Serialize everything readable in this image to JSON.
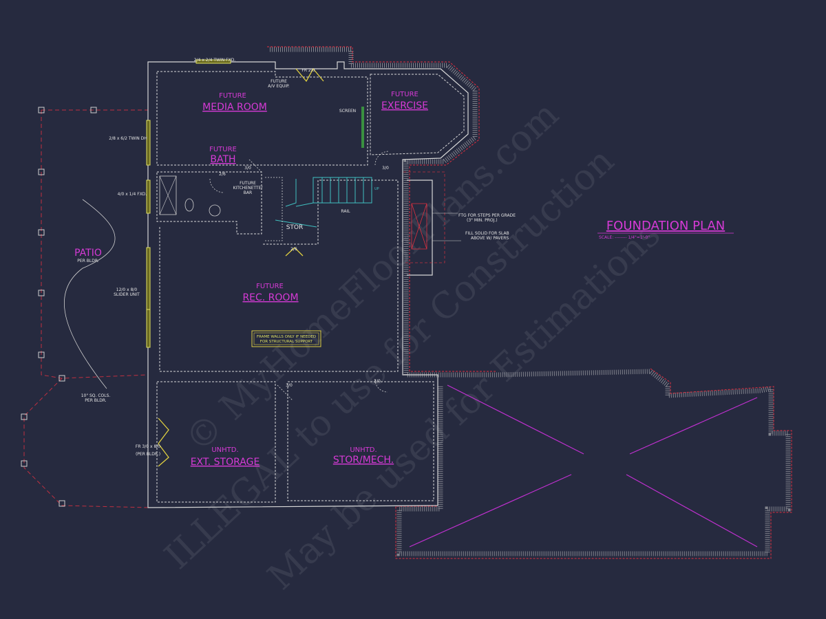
{
  "title": {
    "text": "FOUNDATION PLAN",
    "scale": "SCALE: -------- 1/4\"=1'-0\""
  },
  "rooms": {
    "media": {
      "sub": "FUTURE",
      "name": "MEDIA ROOM"
    },
    "exercise": {
      "sub": "FUTURE",
      "name": "EXERCISE"
    },
    "bath": {
      "sub": "FUTURE",
      "name": "BATH"
    },
    "rec": {
      "sub": "FUTURE",
      "name": "REC. ROOM"
    },
    "ext_storage": {
      "sub": "UNHTD.",
      "name": "EXT. STORAGE"
    },
    "stor_mech": {
      "sub": "UNHTD.",
      "name": "STOR/MECH."
    },
    "patio": {
      "name": "PATIO",
      "sub": "PER BLDR."
    },
    "stor": {
      "name": "STOR"
    }
  },
  "notes": {
    "twin_fxd_top": "2/4 x 2/4 TWIN FXD.",
    "fr_2_0_top": "FR 2/0",
    "av_1": "FUTURE",
    "av_2": "A/V EQUIP.",
    "screen": "SCREEN",
    "twin_dh": "2/8 x 6/2 TWIN DH",
    "fxd_left": "4/0 x 1/4 FXD.",
    "slider_1": "12/0 x 8/0",
    "slider_2": "SLIDER UNIT",
    "kitchenette_1": "FUTURE",
    "kitchenette_2": "KITCHENETTE/",
    "kitchenette_3": "BAR",
    "d_3_0_a": "3/0",
    "d_3_0_b": "3/0",
    "d_2_6_bath": "2/6",
    "d_2_6_stor": "2/6",
    "d_3_0_mech": "3/0",
    "d_3_0_rec": "3/0",
    "rail": "RAIL",
    "up": "UP",
    "ftg_1": "FTG FOR STEPS PER GRADE",
    "ftg_2": "(3\" MIN. PROJ.)",
    "fill_1": "FILL SOLID FOR SLAB",
    "fill_2": "ABOVE W/ PAVERS",
    "frame_1": "FRAME WALLS ONLY IF NEEDED",
    "frame_2": "FOR STRUCTURAL SUPPORT",
    "cols_1": "10\" SQ. COLS.",
    "cols_2": "PER BLDR.",
    "fr_door_1": "FR 3/0 x 8/0",
    "fr_door_2": "(PER BLDR.)"
  },
  "watermark": {
    "line1": "© MyHomeFloorPlans.com",
    "line2": "ILLEGAL to use for Construction",
    "line3": "May be used for Estimations"
  },
  "colors": {
    "background": "#262a3f",
    "walls": "#d8d8d8",
    "room_labels": "#d63ad6",
    "foundation_red": "#e03040",
    "doors": "#e0d040",
    "stairs": "#40c0c0",
    "garage_cross": "#c030d0"
  }
}
